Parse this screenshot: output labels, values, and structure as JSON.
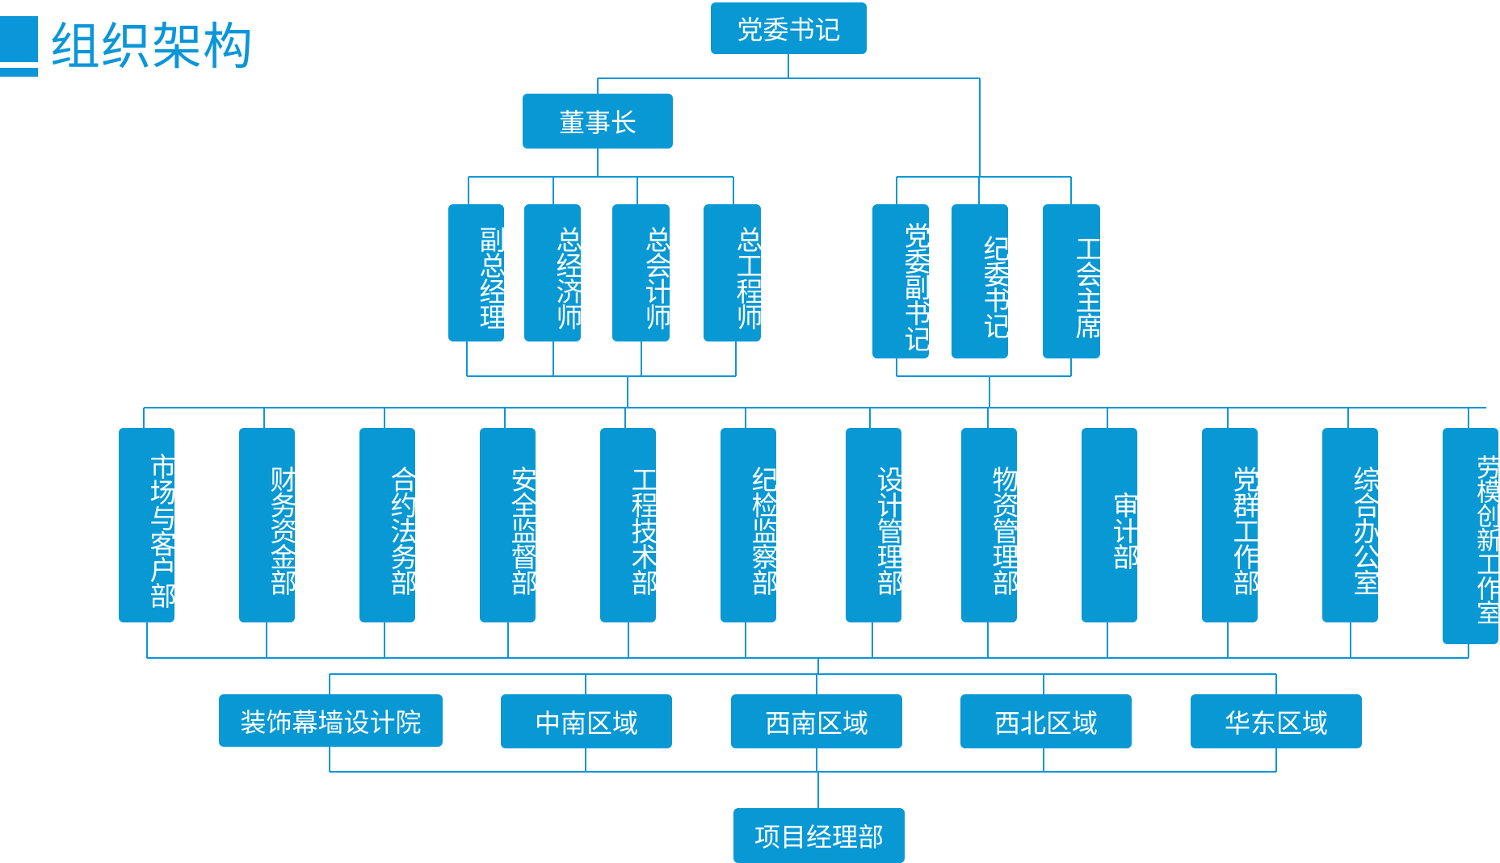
{
  "title": "组织架构",
  "colors": {
    "accent": "#0a96d8",
    "node_fill": "#0898d4",
    "node_text": "#ffffff",
    "connector": "#0a96d8"
  },
  "nodes": {
    "party_secretary": "党委书记",
    "chairman": "董事长",
    "vice_gm": "副总经理",
    "chief_economist": "总经济师",
    "chief_accountant": "总会计师",
    "chief_engineer": "总工程师",
    "deputy_party_secretary": "党委副书记",
    "discipline_secretary": "纪委书记",
    "union_chairman": "工会主席",
    "departments": [
      "市场与客户部",
      "财务资金部",
      "合约法务部",
      "安全监督部",
      "工程技术部",
      "纪检监察部",
      "设计管理部",
      "物资管理部",
      "审计部",
      "党群工作部",
      "综合办公室",
      "劳模创新工作室"
    ],
    "regions": [
      "装饰幕墙设计院",
      "中南区域",
      "西南区域",
      "西北区域",
      "华东区域"
    ],
    "project_dept": "项目经理部"
  }
}
